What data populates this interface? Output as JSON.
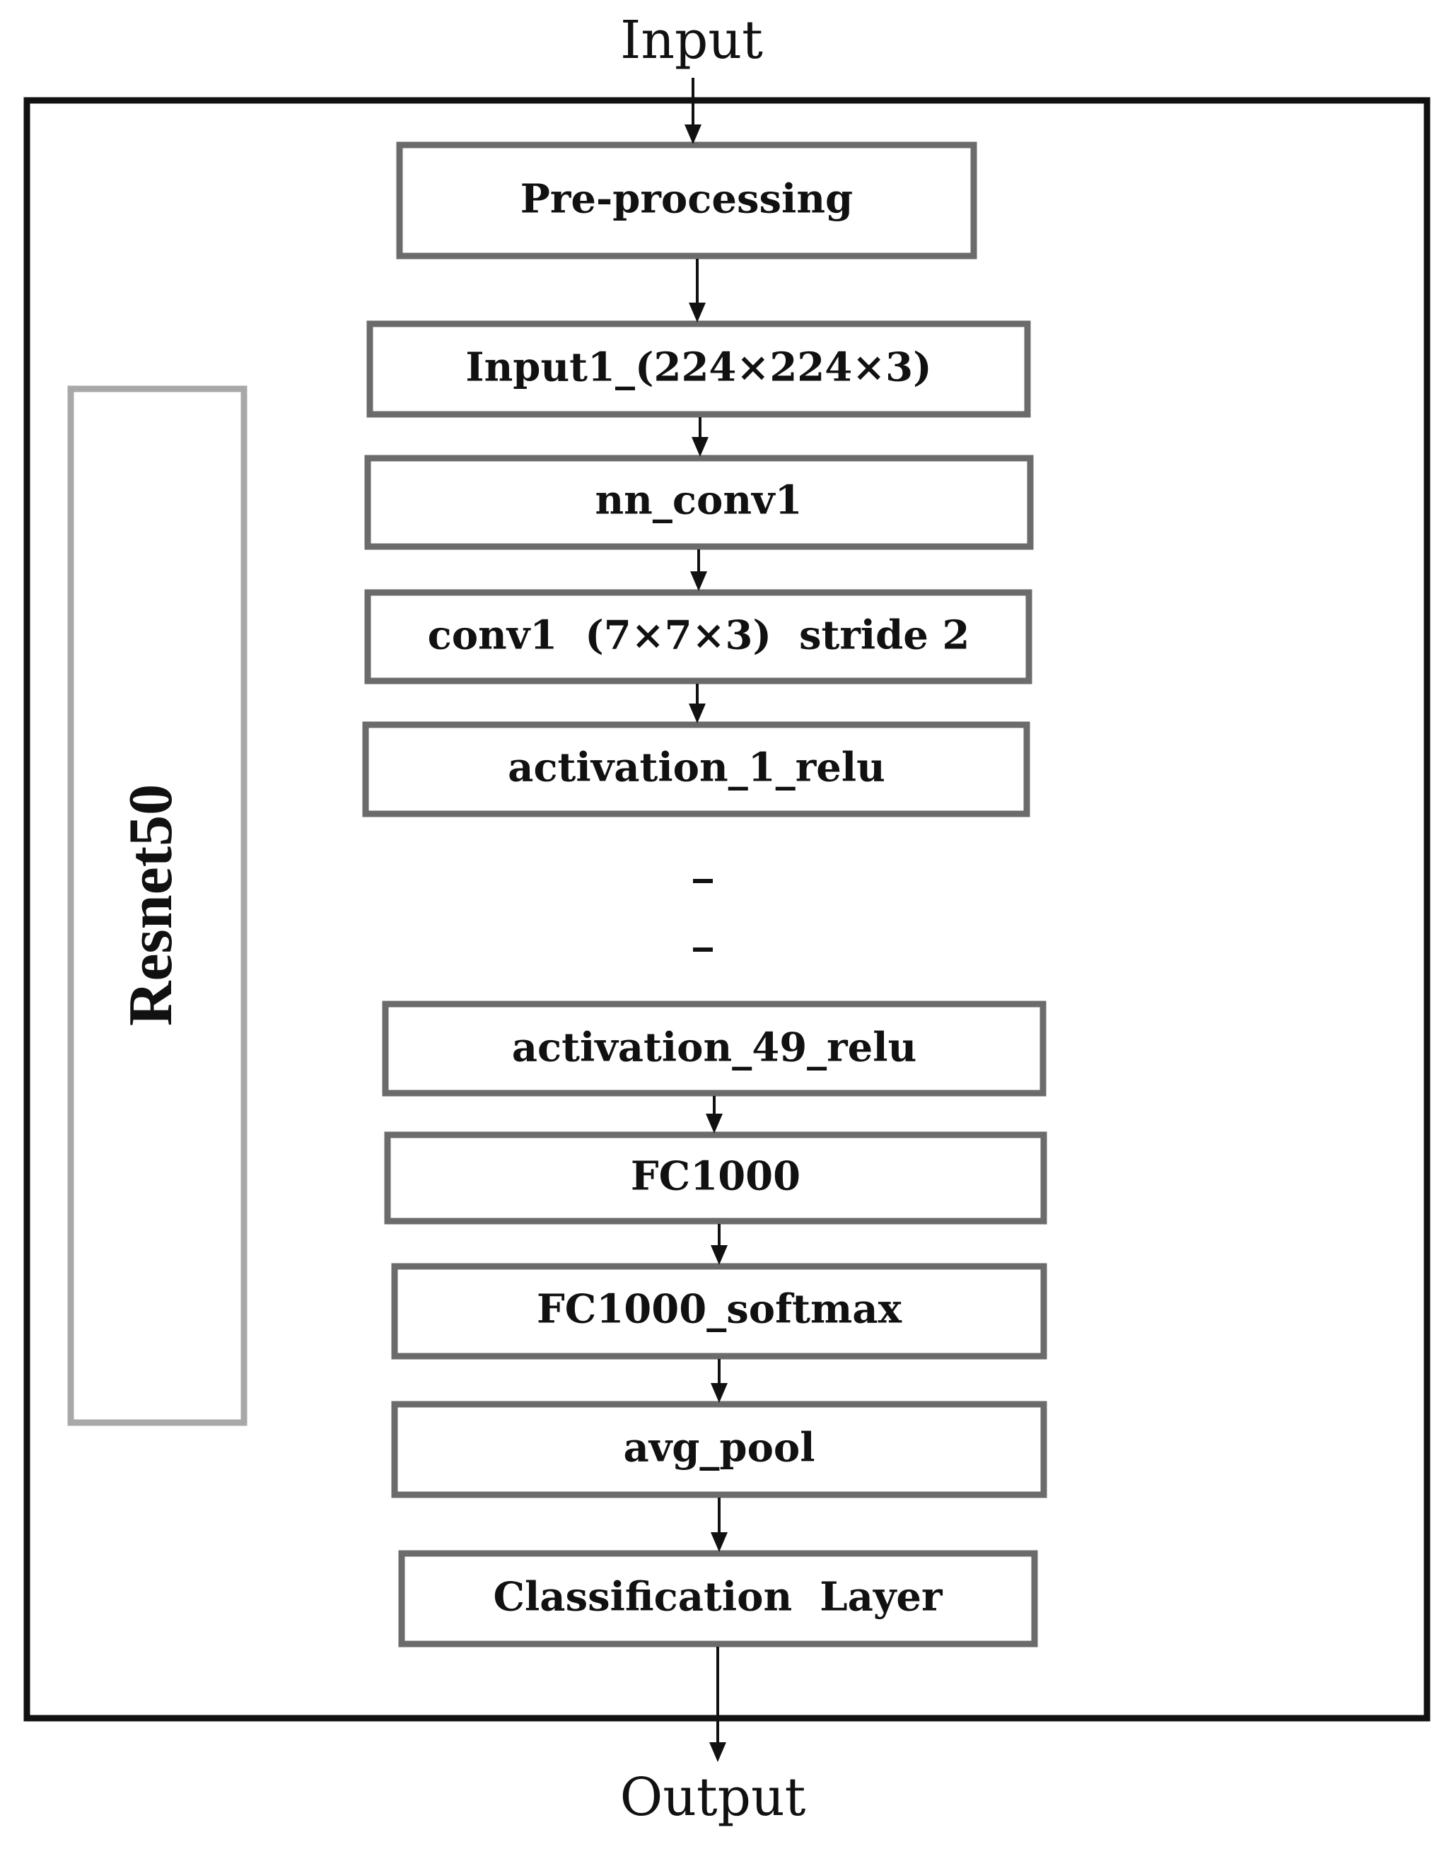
{
  "diagram": {
    "input_label": "Input",
    "output_label": "Output",
    "side_label": "Resnet50",
    "ellipsis_marks": 2,
    "layers": [
      "Pre-processing",
      "Input1_(224×224×3)",
      "nn_conv1",
      "conv1  (7×7×3)  stride 2",
      "activation_1_relu",
      "activation_49_relu",
      "FC1000",
      "FC1000_softmax",
      "avg_pool",
      "Classification  Layer"
    ],
    "colors": {
      "frame": "#111111",
      "layer_border": "#6b6b6b",
      "side_border": "#a8a8a8",
      "text": "#111111"
    }
  }
}
